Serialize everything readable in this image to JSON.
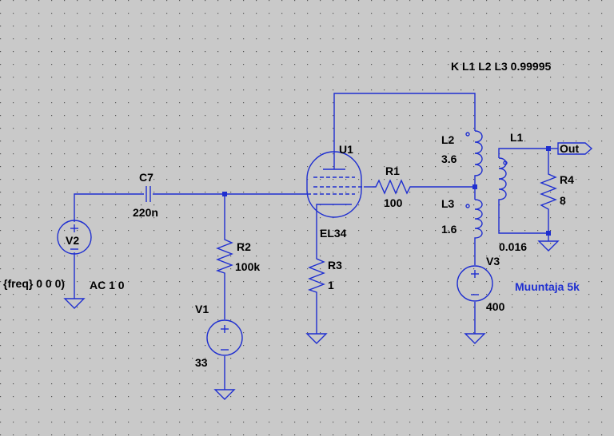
{
  "spice_directive": "K L1 L2 L3 0.99995",
  "comment": "Muuntaja 5k",
  "components": {
    "c7": {
      "name": "C7",
      "value": "220n"
    },
    "v2": {
      "name": "V2",
      "value_left": "{freq} 0 0 0)",
      "value_right": "AC 1 0"
    },
    "r2": {
      "name": "R2",
      "value": "100k"
    },
    "v1": {
      "name": "V1",
      "value": "33"
    },
    "u1": {
      "name": "U1",
      "value": "EL34"
    },
    "r3": {
      "name": "R3",
      "value": "1"
    },
    "r1": {
      "name": "R1",
      "value": "100"
    },
    "l2": {
      "name": "L2",
      "value": "3.6"
    },
    "l3": {
      "name": "L3",
      "value": "1.6"
    },
    "l1": {
      "name": "L1",
      "value": "0.016"
    },
    "r4": {
      "name": "R4",
      "value": "8"
    },
    "v3": {
      "name": "V3",
      "value": "400"
    }
  },
  "net_labels": {
    "out": "Out"
  },
  "colors": {
    "background": "#c9c9c9",
    "grid_dot": "#555555",
    "wire": "#1f2fd0",
    "text": "#000000",
    "comment": "#1f2fd0"
  }
}
